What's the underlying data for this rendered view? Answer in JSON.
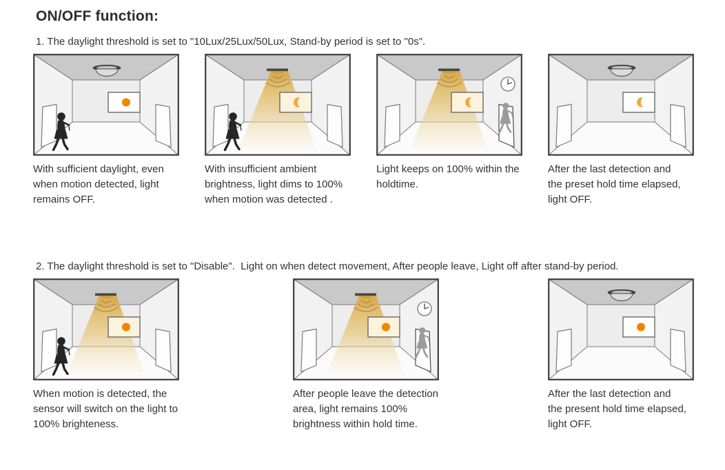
{
  "page": {
    "title": "ON/OFF function:"
  },
  "colors": {
    "ceiling": "#C9C9C9",
    "side_wall": "#F2F2F2",
    "back_wall": "#EDEDED",
    "floor": "#FBFBFB",
    "outline": "#3F3F3F",
    "inner_line": "#7A7A7A",
    "door_fill": "#FDFDFD",
    "window_fill": "#FFFFFF",
    "window_lit_fill": "#FBF3DC",
    "cone_top": "#D9A845",
    "cone_mid": "#E8C87E",
    "cone_bottom": "#F7EDD2",
    "glow": "#D2A03A",
    "wave": "#A5823E",
    "sun": "#ED8600",
    "moon": "#EFA93D",
    "sensor_dark": "#474747",
    "sensor_dome": "#DCDCDC",
    "person_dark": "#262626",
    "person_gray": "#9B9B9B",
    "clock_stroke": "#8A8A8A",
    "text": "#333333"
  },
  "sections": [
    {
      "heading": "1. The daylight threshold is set to \"10Lux/25Lux/50Lux, Stand-by period is set to \"0s\".",
      "panels": [
        {
          "caption": "With sufficient daylight, even\nwhen motion detected, light\nremains OFF.",
          "scene": {
            "light_on": false,
            "waves": false,
            "window_symbol": "sun",
            "person_entering": true,
            "person_leaving": false,
            "clock": false
          }
        },
        {
          "caption": "With insufficient ambient\nbrightness, light dims to 100%\nwhen motion was detected .",
          "scene": {
            "light_on": true,
            "waves": true,
            "window_symbol": "moon",
            "person_entering": true,
            "person_leaving": false,
            "clock": false
          }
        },
        {
          "caption": "Light keeps on 100% within the\nholdtime.",
          "scene": {
            "light_on": true,
            "waves": true,
            "window_symbol": "moon",
            "person_entering": false,
            "person_leaving": true,
            "clock": true
          }
        },
        {
          "caption": "After the last detection and\nthe preset hold time elapsed,\nlight OFF.",
          "scene": {
            "light_on": false,
            "waves": false,
            "window_symbol": "moon",
            "person_entering": false,
            "person_leaving": false,
            "clock": false
          }
        }
      ]
    },
    {
      "heading": "2. The daylight threshold is set to \"Disable\".  Light on when detect movement, After people leave, Light off after stand-by period.",
      "panels": [
        {
          "caption": "When motion is detected, the\nsensor will switch on the light to\n100% brighteness.",
          "scene": {
            "light_on": true,
            "waves": true,
            "window_symbol": "sun",
            "person_entering": true,
            "person_leaving": false,
            "clock": false
          }
        },
        {
          "caption": "After people leave the detection\narea, light remains 100%\nbrightness within hold time.",
          "scene": {
            "light_on": true,
            "waves": true,
            "window_symbol": "sun",
            "person_entering": false,
            "person_leaving": true,
            "clock": true
          }
        },
        {
          "caption": "After the last detection and\nthe present hold time elapsed,\nlight OFF.",
          "scene": {
            "light_on": false,
            "waves": false,
            "window_symbol": "sun",
            "person_entering": false,
            "person_leaving": false,
            "clock": false
          }
        }
      ]
    }
  ]
}
